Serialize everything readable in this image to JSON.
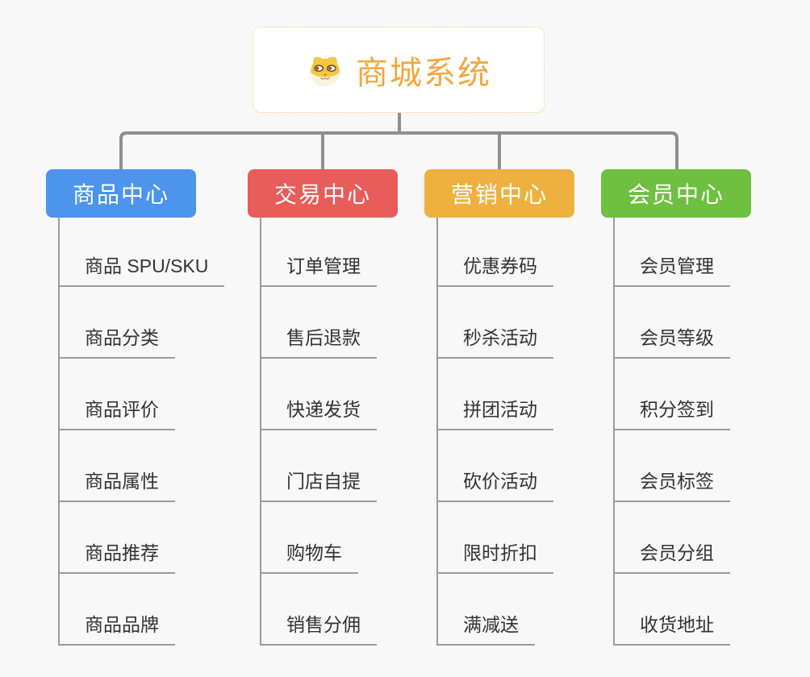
{
  "root": {
    "title": "商城系统",
    "icon": "dog-face-icon"
  },
  "branches": [
    {
      "label": "商品中心",
      "color": "#4D94EC",
      "items": [
        "商品 SPU/SKU",
        "商品分类",
        "商品评价",
        "商品属性",
        "商品推荐",
        "商品品牌"
      ]
    },
    {
      "label": "交易中心",
      "color": "#E85C5A",
      "items": [
        "订单管理",
        "售后退款",
        "快递发货",
        "门店自提",
        "购物车",
        "销售分佣"
      ]
    },
    {
      "label": "营销中心",
      "color": "#EEB13F",
      "items": [
        "优惠券码",
        "秒杀活动",
        "拼团活动",
        "砍价活动",
        "限时折扣",
        "满减送"
      ]
    },
    {
      "label": "会员中心",
      "color": "#6FC041",
      "items": [
        "会员管理",
        "会员等级",
        "积分签到",
        "会员标签",
        "会员分组",
        "收货地址"
      ]
    }
  ],
  "colors": {
    "background": "#F8F8F8",
    "root_title": "#F1A73E",
    "root_border": "#F3C985",
    "connector_line": "#8F8F8F",
    "leaf_line": "#9B9B9B",
    "leaf_text": "#333333"
  }
}
